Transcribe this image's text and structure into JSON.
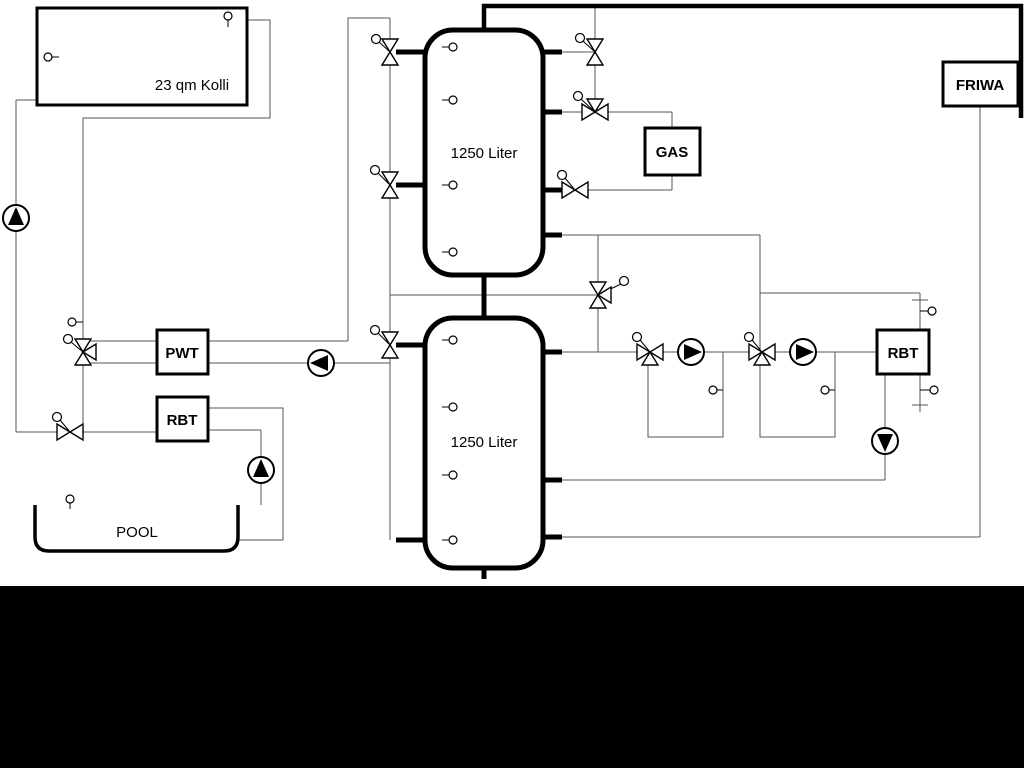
{
  "diagram": {
    "labels": {
      "collector": "23 qm Kolli",
      "buffer_tank_1": "1250 Liter",
      "buffer_tank_2": "1250 Liter",
      "pwt": "PWT",
      "rbt_left": "RBT",
      "rbt_right": "RBT",
      "gas": "GAS",
      "friwa": "FRIWA",
      "pool": "POOL"
    },
    "colors": {
      "canvas": "#ffffff",
      "letterbox": "#000000",
      "pipe_line": "#555555",
      "component_outline": "#000000"
    },
    "icons": {
      "pump": "circle-with-filled-triangle",
      "valve": "bowtie-triangle-pair",
      "three_way_valve": "three-triangle-junction",
      "sensor": "small-circle-with-stem",
      "actuator": "small-circle-on-valve"
    }
  }
}
